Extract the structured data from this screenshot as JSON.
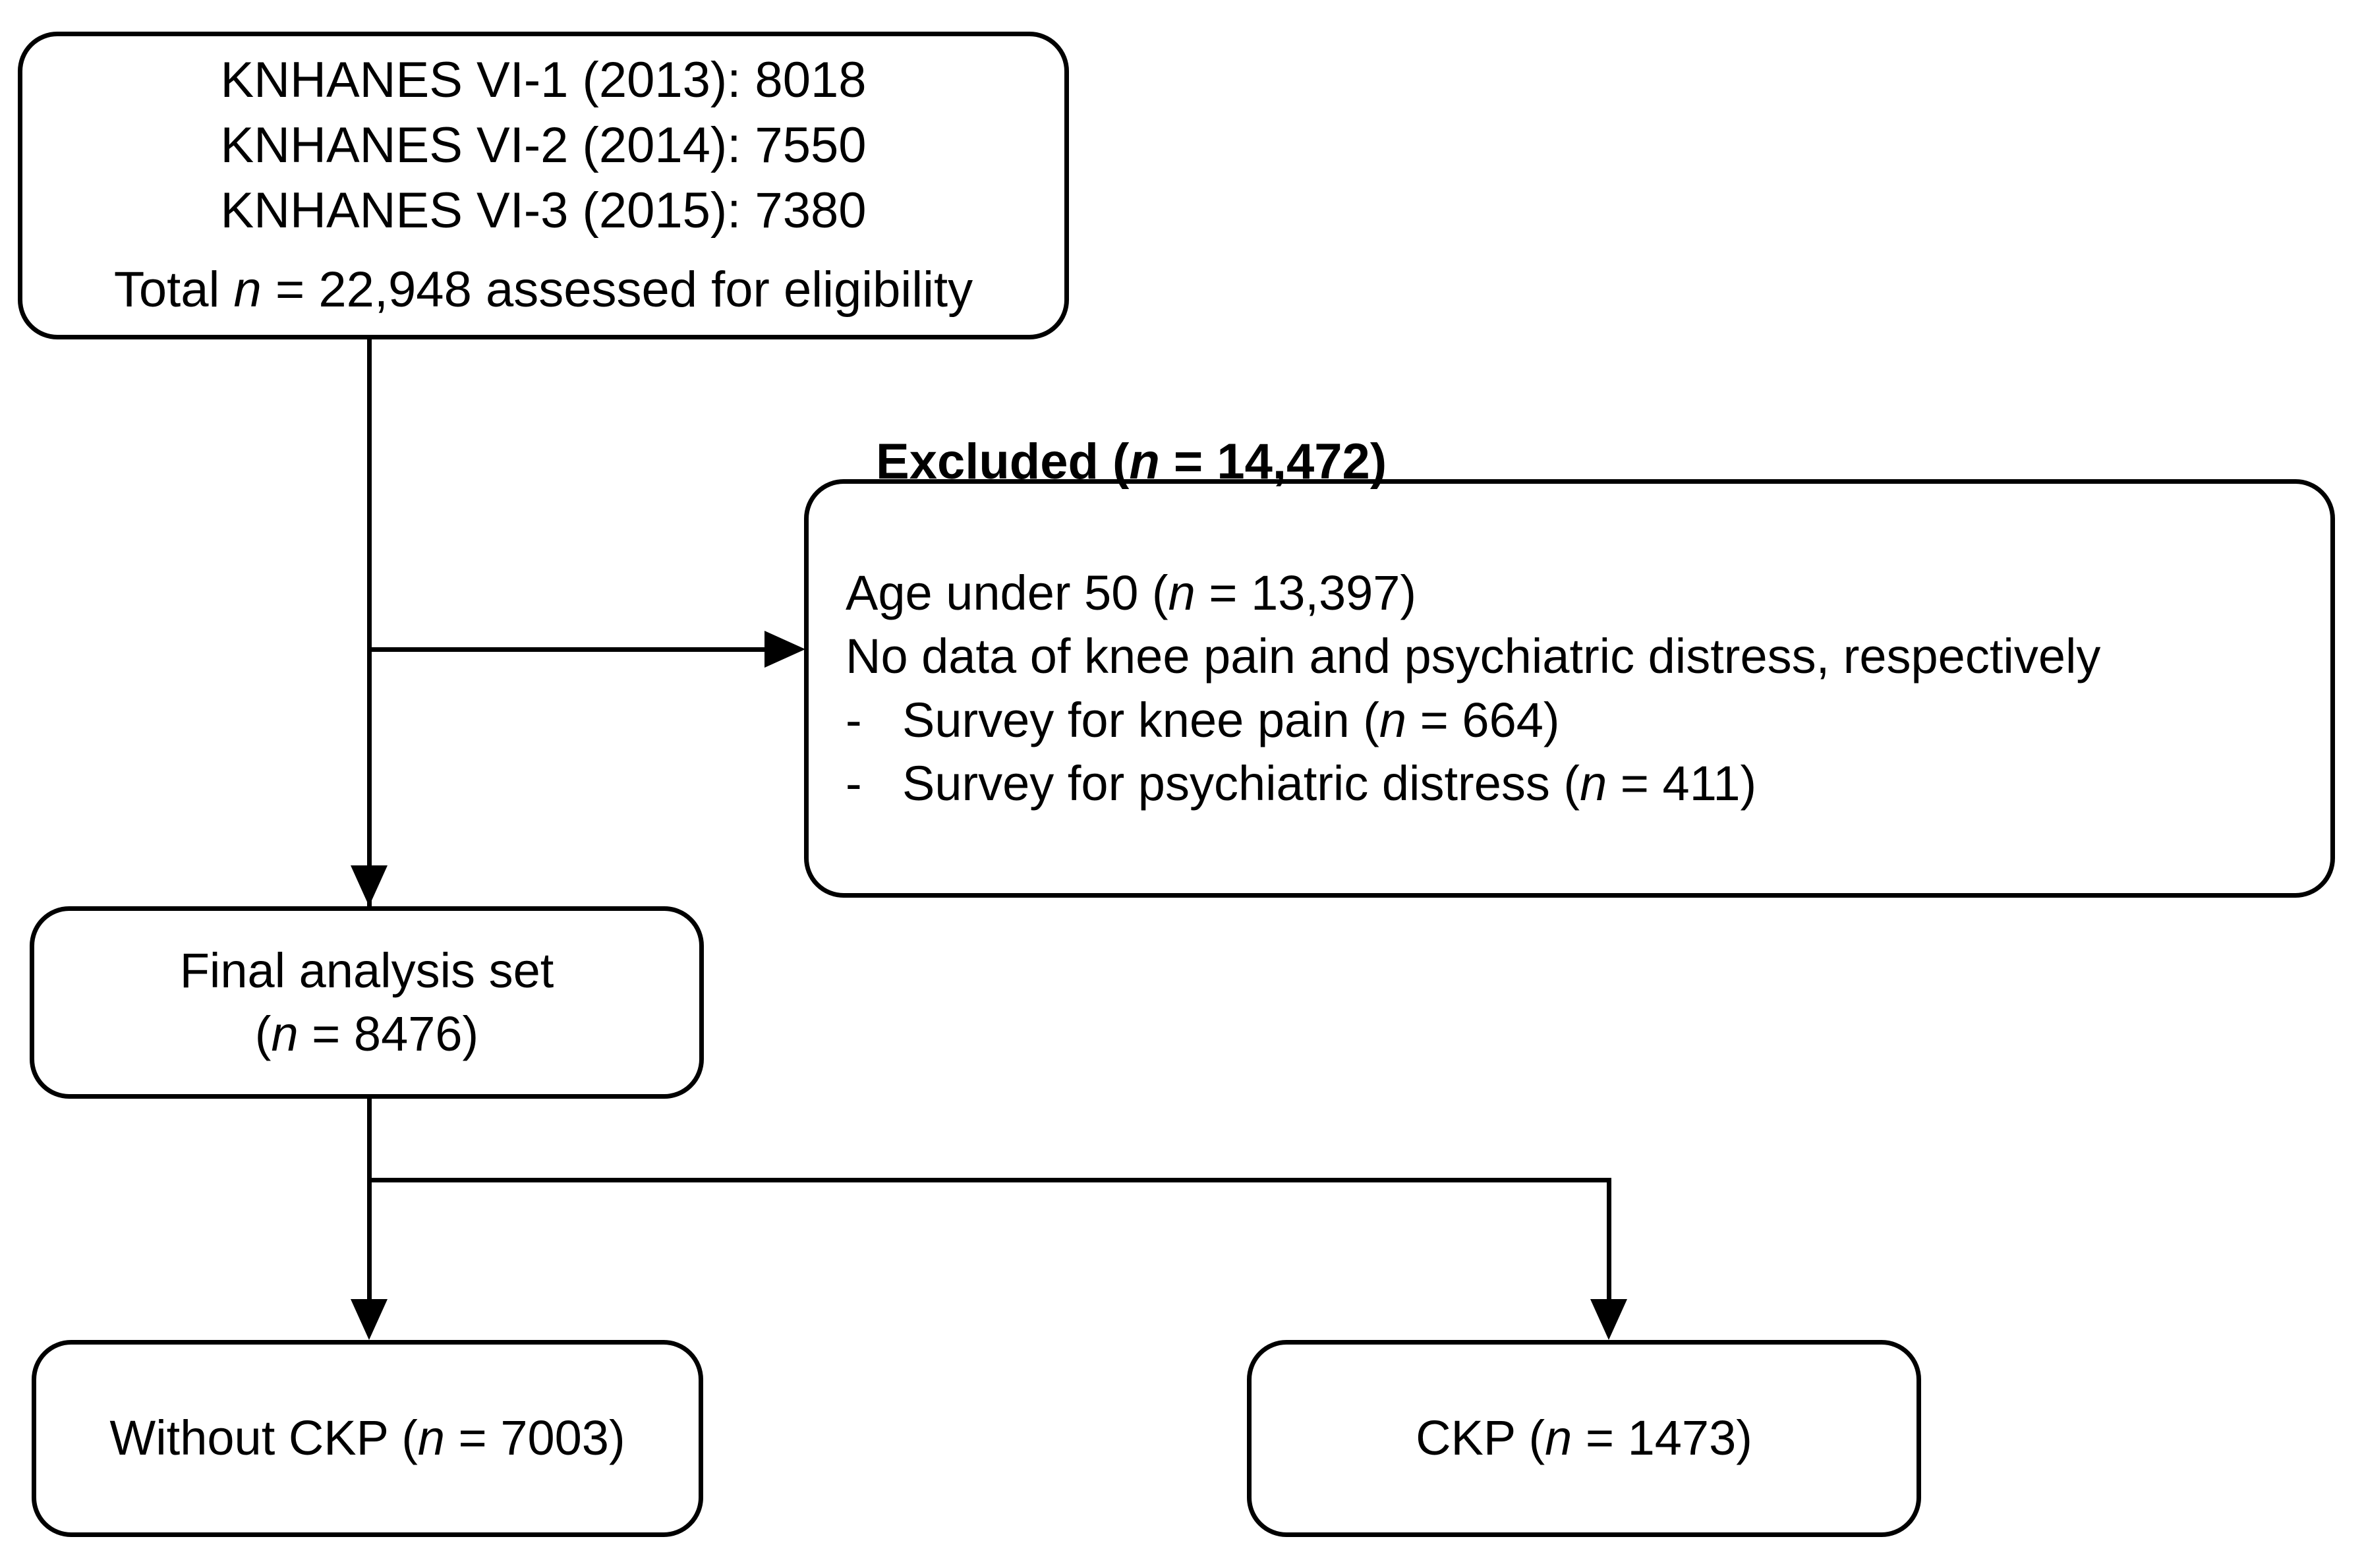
{
  "figure": {
    "type": "flow-diagram",
    "title": "Study participant selection flowchart",
    "stroke_color": "#000000",
    "background_color": "#ffffff"
  },
  "nodes": {
    "source": {
      "lines": [
        "KNHANES VI-1 (2013): 8018",
        "KNHANES VI-2 (2014): 7550",
        "KNHANES VI-3 (2015): 7380"
      ],
      "total_prefix": "Total ",
      "total_n": "n",
      "total_suffix": " = 22,948 assessed for eligibility"
    },
    "excluded_caption": {
      "prefix": "Excluded (",
      "n": "n",
      "suffix": " = 14,472)"
    },
    "excluded": {
      "line1_prefix": "Age under 50 (",
      "line1_n": "n",
      "line1_suffix": " = 13,397)",
      "line2": "No data of knee pain and psychiatric distress, respectively",
      "bullets": [
        {
          "mark": "-",
          "prefix": "Survey for knee pain (",
          "n": "n",
          "suffix": " = 664)"
        },
        {
          "mark": "-",
          "prefix": "Survey for psychiatric distress (",
          "n": "n",
          "suffix": " = 411)"
        }
      ]
    },
    "final": {
      "line1": "Final analysis set",
      "line2_prefix": "(",
      "line2_n": "n",
      "line2_suffix": " = 8476)"
    },
    "without_ckp": {
      "prefix": "Without CKP (",
      "n": "n",
      "suffix": " = 7003)"
    },
    "ckp": {
      "prefix": "CKP (",
      "n": "n",
      "suffix": " = 1473)"
    }
  },
  "counts": {
    "knhanes_vi_1_2013": 8018,
    "knhanes_vi_2_2014": 7550,
    "knhanes_vi_3_2015": 7380,
    "total_assessed": 22948,
    "excluded_total": 14472,
    "age_under_50": 13397,
    "no_survey_knee_pain": 664,
    "no_survey_psychiatric_distress": 411,
    "final_analysis_set": 8476,
    "without_ckp": 7003,
    "ckp": 1473
  }
}
